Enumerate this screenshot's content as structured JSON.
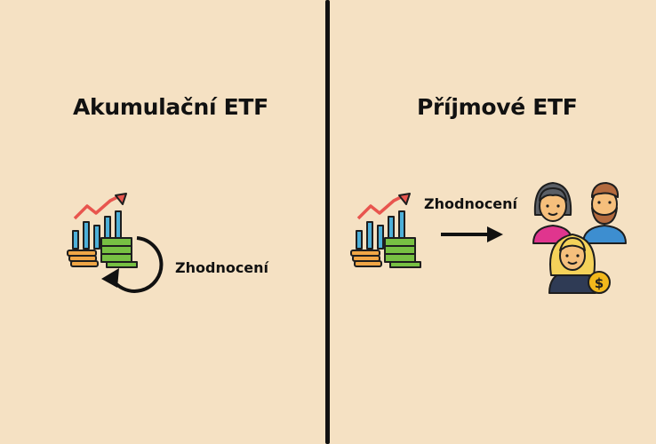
{
  "left_panel": {
    "title": "Akumulační ETF",
    "cycle_label": "Zhodnocení",
    "icons": [
      "investment-growth-icon",
      "reinvest-cycle-arrow-icon"
    ]
  },
  "right_panel": {
    "title": "Příjmové ETF",
    "flow_label": "Zhodnocení",
    "icons": [
      "investment-growth-icon",
      "right-arrow-icon",
      "woman-icon",
      "bearded-man-icon",
      "blonde-woman-icon",
      "dollar-coin-icon"
    ]
  },
  "colors": {
    "background": "#f5e1c3",
    "ink": "#111111",
    "trend_arrow": "#e8554e",
    "bars": "#4db0d9",
    "money": "#77c043",
    "coins": "#f0a646"
  }
}
